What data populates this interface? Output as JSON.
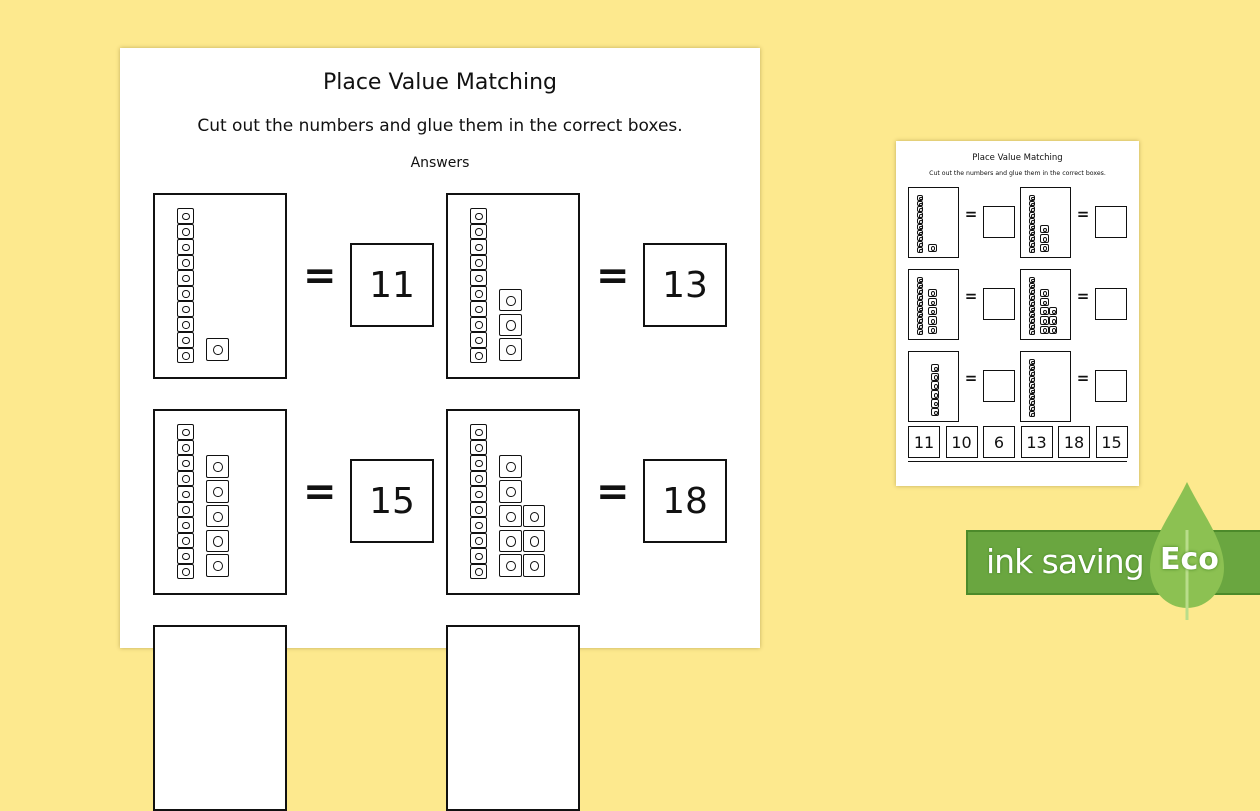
{
  "worksheet": {
    "title": "Place Value Matching",
    "subtitle": "Cut out the numbers and glue them in the correct boxes.",
    "answers_label": "Answers",
    "equals": "=",
    "rows": [
      [
        {
          "tens": 1,
          "ones": 1,
          "answer": "11"
        },
        {
          "tens": 1,
          "ones": 3,
          "answer": "13"
        }
      ],
      [
        {
          "tens": 1,
          "ones": 5,
          "answer": "15"
        },
        {
          "tens": 1,
          "ones": 8,
          "answer": "18"
        }
      ],
      [
        {
          "tens": 0,
          "ones": 6,
          "answer": "6"
        },
        {
          "tens": 1,
          "ones": 0,
          "answer": "10"
        }
      ]
    ]
  },
  "thumbnail": {
    "title": "Place Value Matching",
    "subtitle": "Cut out the numbers and glue them in the correct boxes.",
    "cards": [
      "11",
      "10",
      "6",
      "13",
      "18",
      "15"
    ]
  },
  "badge": {
    "text": "ink saving",
    "label": "Eco",
    "color": "#6aa640",
    "leaf_color": "#8cc152"
  }
}
